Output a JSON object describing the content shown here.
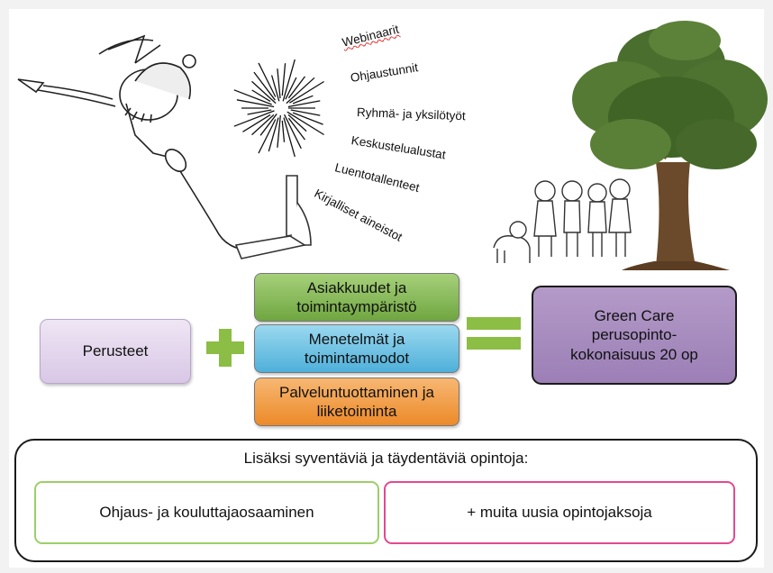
{
  "word_cloud": {
    "items": [
      "Webinaarit",
      "Ohjaustunnit",
      "Ryhmä- ja yksilötyöt",
      "Keskustelualustat",
      "Luentotallenteet",
      "Kirjalliset aineistot"
    ]
  },
  "equation": {
    "base": "Perusteet",
    "modules": [
      "Asiakkuudet ja toimintaympäristö",
      "Menetelmät ja toimintamuodot",
      "Palveluntuottaminen ja liiketoiminta"
    ],
    "result": "Green Care perusopinto-kokonaisuus 20 op"
  },
  "additional": {
    "title": "Lisäksi syventäviä ja täydentäviä opintoja:",
    "left": "Ohjaus- ja kouluttajaosaaminen",
    "right": "+ muita uusia opintojaksoja"
  },
  "colors": {
    "green": "#8cbd44",
    "purple": "#b49ac8",
    "blue": "#4fb0da",
    "orange": "#ec8a29",
    "pink": "#e3498f"
  }
}
